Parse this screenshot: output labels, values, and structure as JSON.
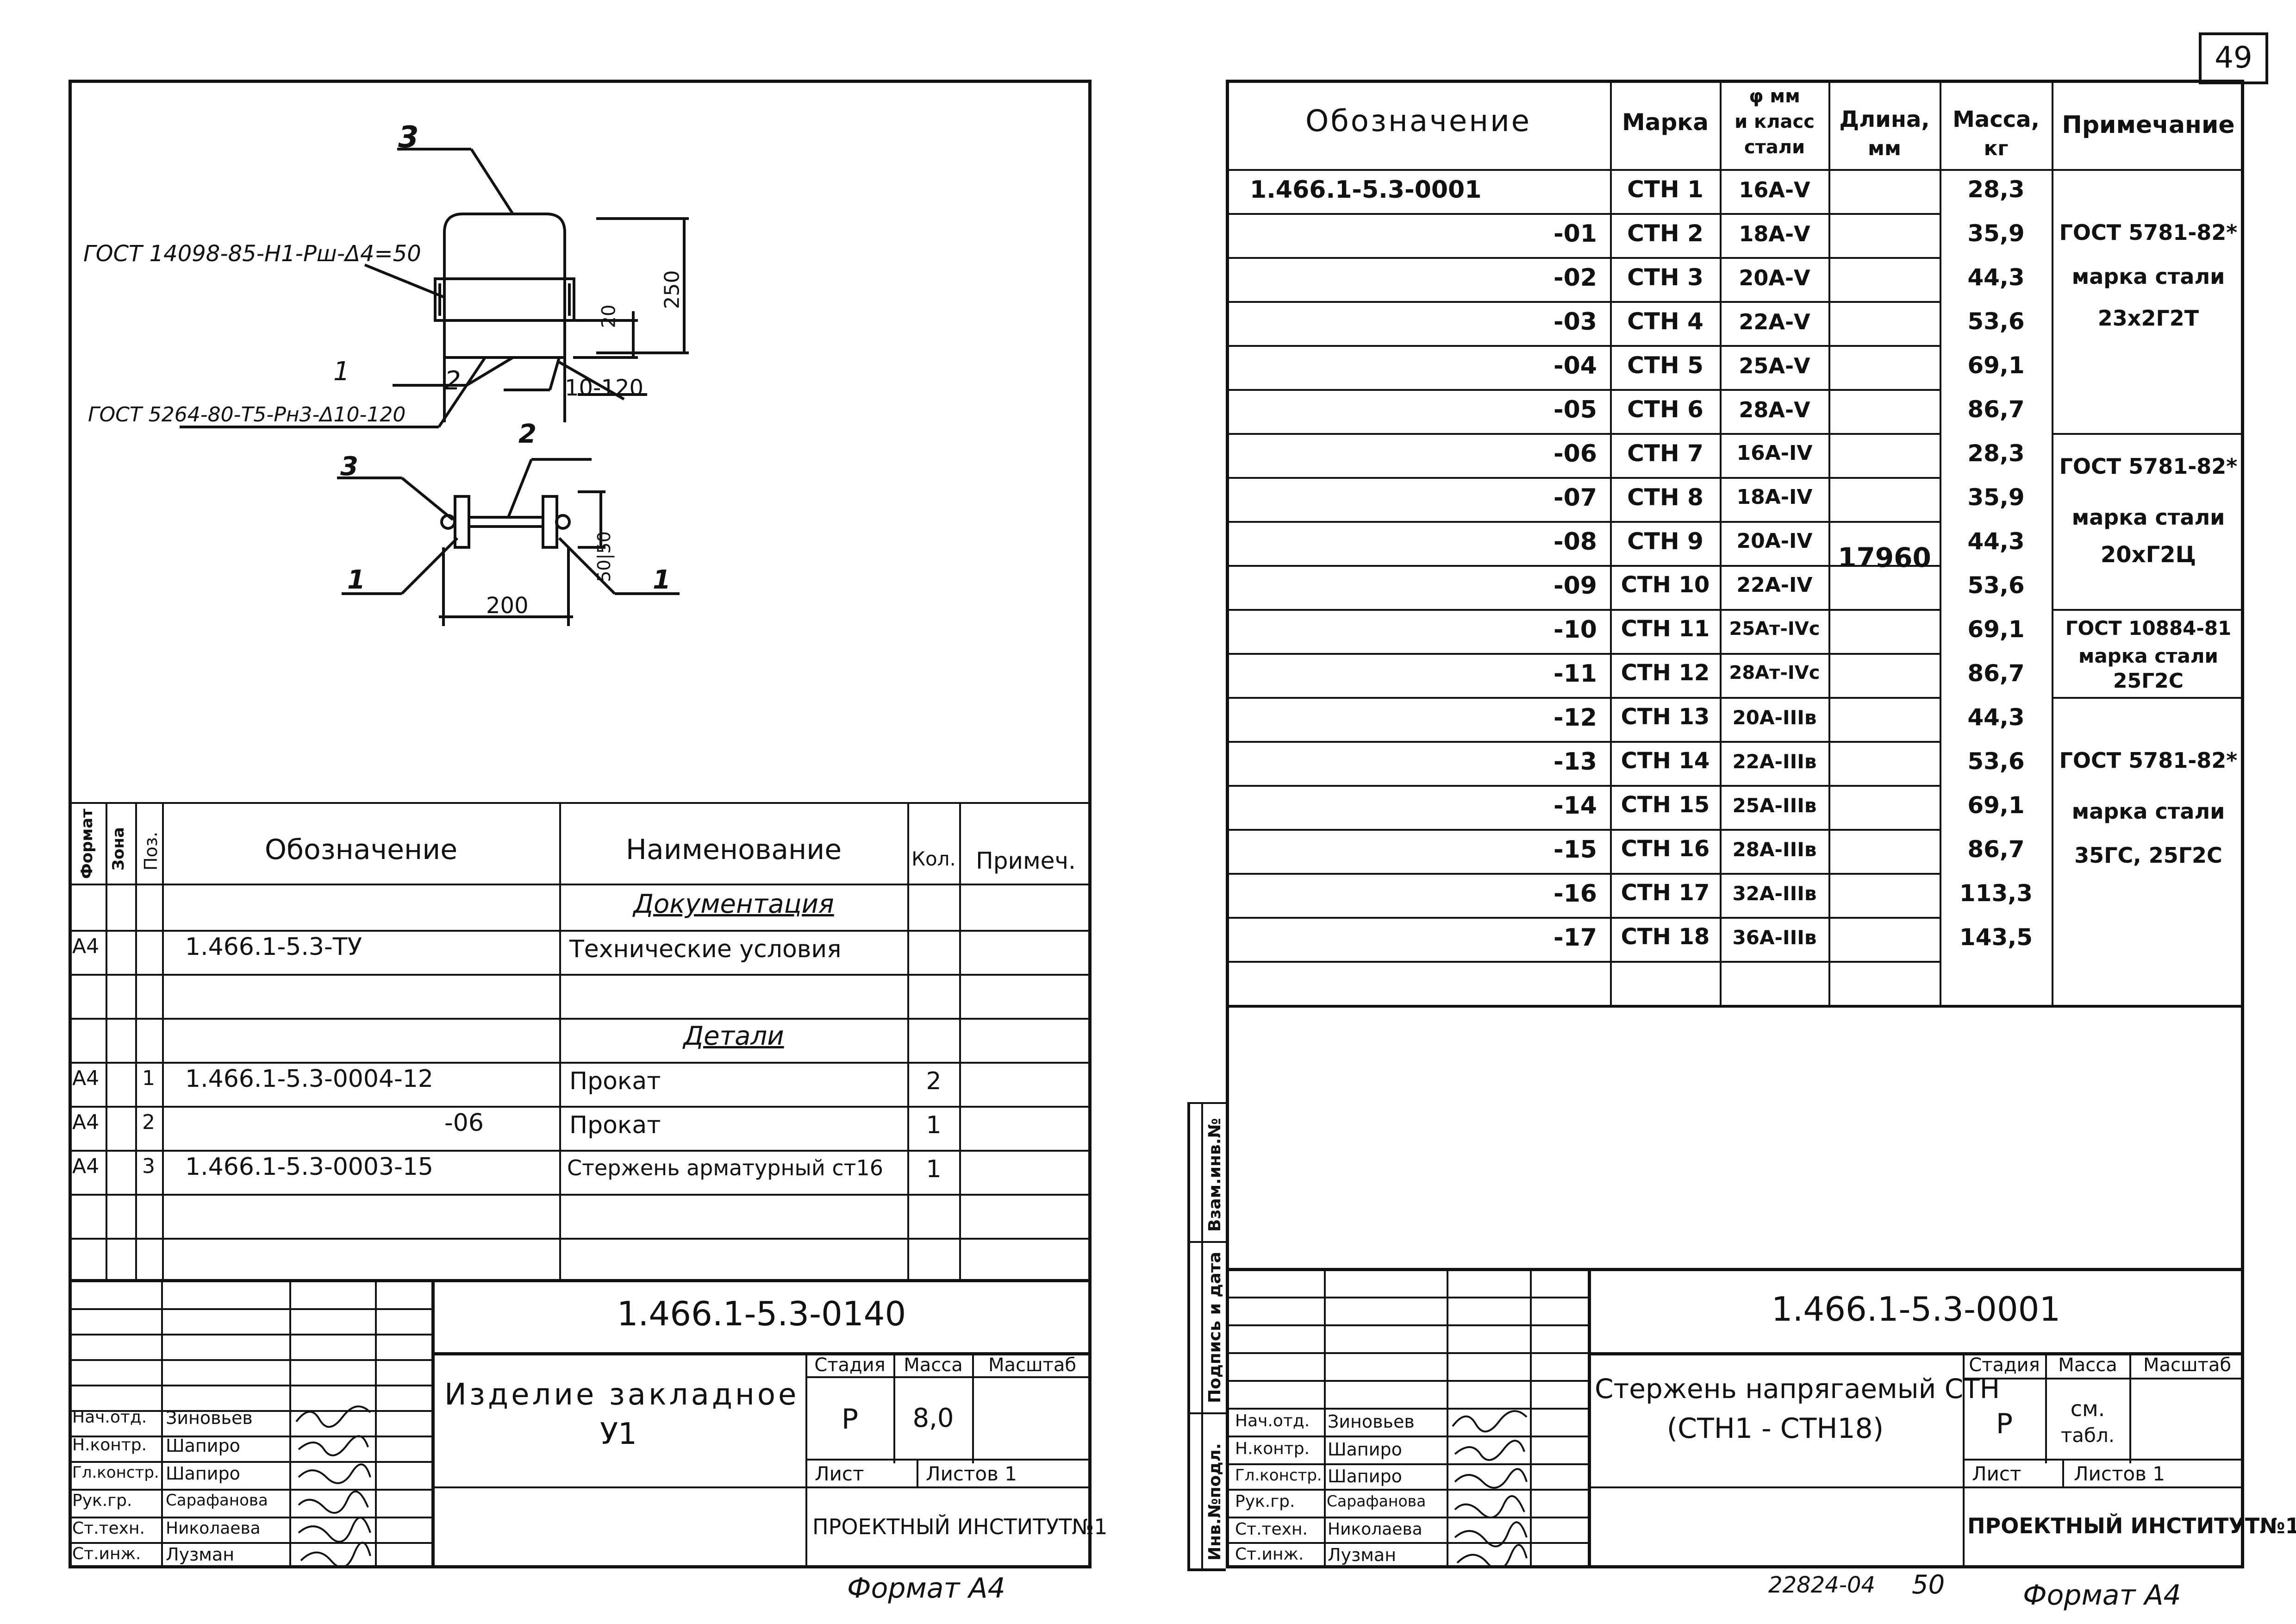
{
  "page_number": "49",
  "bottom_code": "22824-04",
  "bottom_page": "50",
  "left": {
    "drawing": {
      "leader_3_top": "3",
      "leader_gost_top": "ГОСТ 14098-85-Н1-Рш-Δ4=50",
      "leader_1": "1",
      "leader_2": "2",
      "leader_gost_bottom": "ГОСТ 5264-80-Т5-Рн3-Δ10-120",
      "dim_250": "250",
      "dim_20": "20",
      "dim_10_120": "10-120",
      "plan_label_3": "3",
      "plan_label_2": "2",
      "plan_label_1a": "1",
      "plan_label_1b": "1",
      "dim_50_50": "50|50",
      "dim_200": "200"
    },
    "spec": {
      "headers": {
        "format": "Формат",
        "zone": "Зона",
        "pos": "Поз.",
        "designation": "Обозначение",
        "name": "Наименование",
        "qty": "Кол.",
        "note": "Примеч."
      },
      "section_docs": "Документация",
      "section_parts": "Детали",
      "rows": [
        {
          "format": "А4",
          "pos": "",
          "designation": "1.466.1-5.3-ТУ",
          "name": "Технические условия",
          "qty": ""
        },
        {
          "format": "А4",
          "pos": "1",
          "designation": "1.466.1-5.3-0004-12",
          "name": "Прокат",
          "qty": "2"
        },
        {
          "format": "А4",
          "pos": "2",
          "designation": "-06",
          "name": "Прокат",
          "qty": "1"
        },
        {
          "format": "А4",
          "pos": "3",
          "designation": "1.466.1-5.3-0003-15",
          "name": "Стержень арматурный ст16",
          "qty": "1"
        }
      ]
    },
    "stamp": {
      "code": "1.466.1-5.3-0140",
      "title_line1": "Изделие закладное",
      "title_line2": "У1",
      "stage_label": "Стадия",
      "mass_label": "Масса",
      "scale_label": "Масштаб",
      "stage": "Р",
      "mass": "8,0",
      "sheet_label": "Лист",
      "sheets_label": "Листов 1",
      "org": "ПРОЕКТНЫЙ ИНСТИТУТ№1",
      "people": [
        {
          "role": "Нач.отд.",
          "name": "Зиновьев"
        },
        {
          "role": "Н.контр.",
          "name": "Шапиро"
        },
        {
          "role": "Гл.констр.",
          "name": "Шапиро"
        },
        {
          "role": "Рук.гр.",
          "name": "Сарафанова"
        },
        {
          "role": "Ст.техн.",
          "name": "Николаева"
        },
        {
          "role": "Ст.инж.",
          "name": "Лузман"
        }
      ]
    },
    "format": "Формат А4"
  },
  "right": {
    "table": {
      "headers": {
        "designation": "Обозначение",
        "mark": "Марка",
        "diam_line1": "φ мм",
        "diam_line2": "и класс",
        "diam_line3": "стали",
        "length_line1": "Длина,",
        "length_line2": "мм",
        "mass_line1": "Масса,",
        "mass_line2": "кг",
        "note": "Примечание"
      },
      "length_value": "17960",
      "rows": [
        {
          "designation": "1.466.1-5.3-0001",
          "mark": "СТН 1",
          "diam": "16А-V",
          "mass": "28,3"
        },
        {
          "designation": "-01",
          "mark": "СТН 2",
          "diam": "18А-V",
          "mass": "35,9"
        },
        {
          "designation": "-02",
          "mark": "СТН 3",
          "diam": "20А-V",
          "mass": "44,3"
        },
        {
          "designation": "-03",
          "mark": "СТН 4",
          "diam": "22А-V",
          "mass": "53,6"
        },
        {
          "designation": "-04",
          "mark": "СТН 5",
          "diam": "25А-V",
          "mass": "69,1"
        },
        {
          "designation": "-05",
          "mark": "СТН 6",
          "diam": "28А-V",
          "mass": "86,7"
        },
        {
          "designation": "-06",
          "mark": "СТН 7",
          "diam": "16А-IV",
          "mass": "28,3"
        },
        {
          "designation": "-07",
          "mark": "СТН 8",
          "diam": "18А-IV",
          "mass": "35,9"
        },
        {
          "designation": "-08",
          "mark": "СТН 9",
          "diam": "20А-IV",
          "mass": "44,3"
        },
        {
          "designation": "-09",
          "mark": "СТН 10",
          "diam": "22А-IV",
          "mass": "53,6"
        },
        {
          "designation": "-10",
          "mark": "СТН 11",
          "diam": "25Ат-IVс",
          "mass": "69,1"
        },
        {
          "designation": "-11",
          "mark": "СТН 12",
          "diam": "28Ат-IVс",
          "mass": "86,7"
        },
        {
          "designation": "-12",
          "mark": "СТН 13",
          "diam": "20А-IIIв",
          "mass": "44,3"
        },
        {
          "designation": "-13",
          "mark": "СТН 14",
          "diam": "22А-IIIв",
          "mass": "53,6"
        },
        {
          "designation": "-14",
          "mark": "СТН 15",
          "diam": "25А-IIIв",
          "mass": "69,1"
        },
        {
          "designation": "-15",
          "mark": "СТН 16",
          "diam": "28А-IIIв",
          "mass": "86,7"
        },
        {
          "designation": "-16",
          "mark": "СТН 17",
          "diam": "32А-IIIв",
          "mass": "113,3"
        },
        {
          "designation": "-17",
          "mark": "СТН 18",
          "diam": "36А-IIIв",
          "mass": "143,5"
        }
      ],
      "notes": {
        "g1_line1": "ГОСТ 5781-82*",
        "g1_line2": "марка стали",
        "g1_line3": "23х2Г2Т",
        "g2_line1": "ГОСТ 5781-82*",
        "g2_line2": "марка стали",
        "g2_line3": "20хГ2Ц",
        "g3_line1": "ГОСТ 10884-81",
        "g3_line2": "марка стали",
        "g3_line3": "25Г2С",
        "g4_line1": "ГОСТ 5781-82*",
        "g4_line2": "марка стали",
        "g4_line3": "35ГС, 25Г2С"
      }
    },
    "side_labels": {
      "inv_podl": "Инв.№подл.",
      "podpis_data": "Подпись и дата",
      "vzam_inv": "Взам.инв.№"
    },
    "stamp": {
      "code": "1.466.1-5.3-0001",
      "title_line1": "Стержень напрягаемый СТН",
      "title_line2": "(СТН1 - СТН18)",
      "stage_label": "Стадия",
      "mass_label": "Масса",
      "scale_label": "Масштаб",
      "stage": "Р",
      "mass_line1": "см.",
      "mass_line2": "табл.",
      "sheet_label": "Лист",
      "sheets_label": "Листов 1",
      "org": "ПРОЕКТНЫЙ ИНСТИТУТ№1",
      "people": [
        {
          "role": "Нач.отд.",
          "name": "Зиновьев"
        },
        {
          "role": "Н.контр.",
          "name": "Шапиро"
        },
        {
          "role": "Гл.констр.",
          "name": "Шапиро"
        },
        {
          "role": "Рук.гр.",
          "name": "Сарафанова"
        },
        {
          "role": "Ст.техн.",
          "name": "Николаева"
        },
        {
          "role": "Ст.инж.",
          "name": "Лузман"
        }
      ]
    },
    "format": "Формат А4"
  }
}
